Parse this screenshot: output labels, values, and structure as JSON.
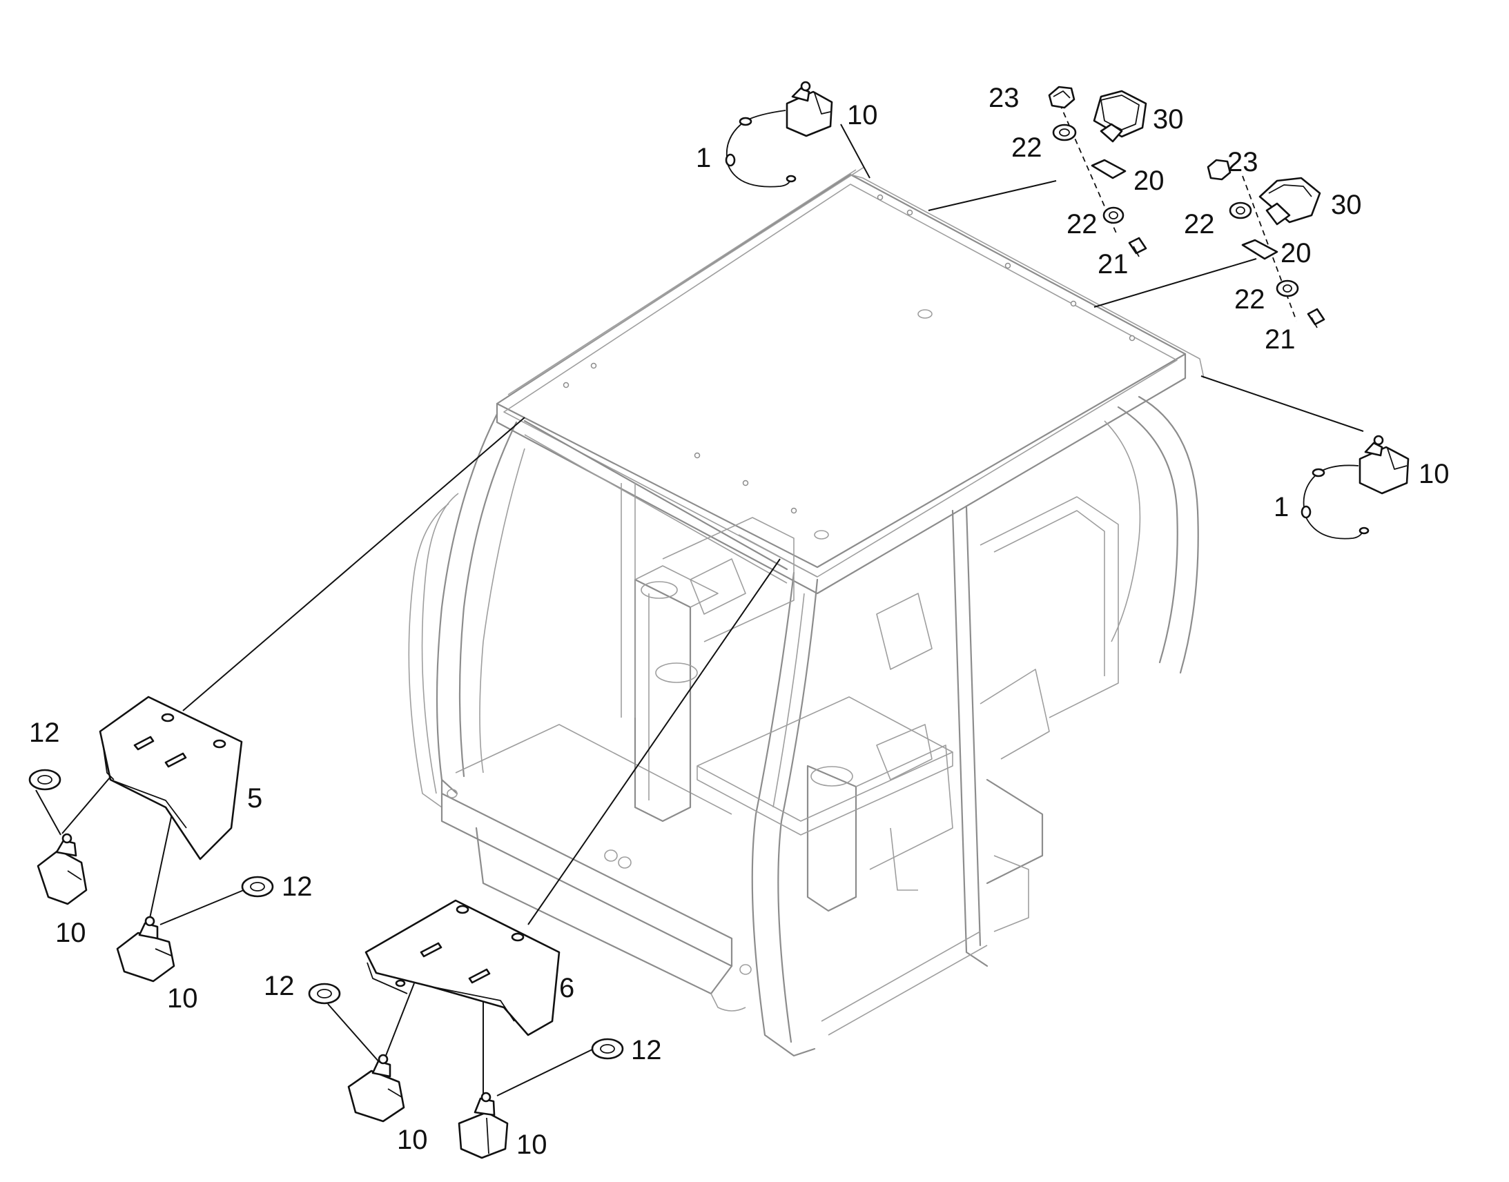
{
  "callouts": {
    "lamp_top_left": "10",
    "cable_top_left": "1",
    "nut_left": "23",
    "beacon_left": "30",
    "washer_left_upper": "22",
    "bracket_left": "20",
    "washer_left_lower": "22",
    "screw_left": "21",
    "nut_right": "23",
    "washer_right_upper": "22",
    "beacon_right": "30",
    "bracket_right": "20",
    "washer_right_lower": "22",
    "screw_right": "21",
    "lamp_right": "10",
    "cable_right": "1",
    "grommet_front_left_upper": "12",
    "guard_left": "5",
    "lamp_front_left_a": "10",
    "grommet_front_left_lower": "12",
    "lamp_front_left_b": "10",
    "grommet_front_right_left": "12",
    "guard_right": "6",
    "lamp_front_right_a": "10",
    "grommet_front_right_right": "12",
    "lamp_front_right_b": "10"
  }
}
